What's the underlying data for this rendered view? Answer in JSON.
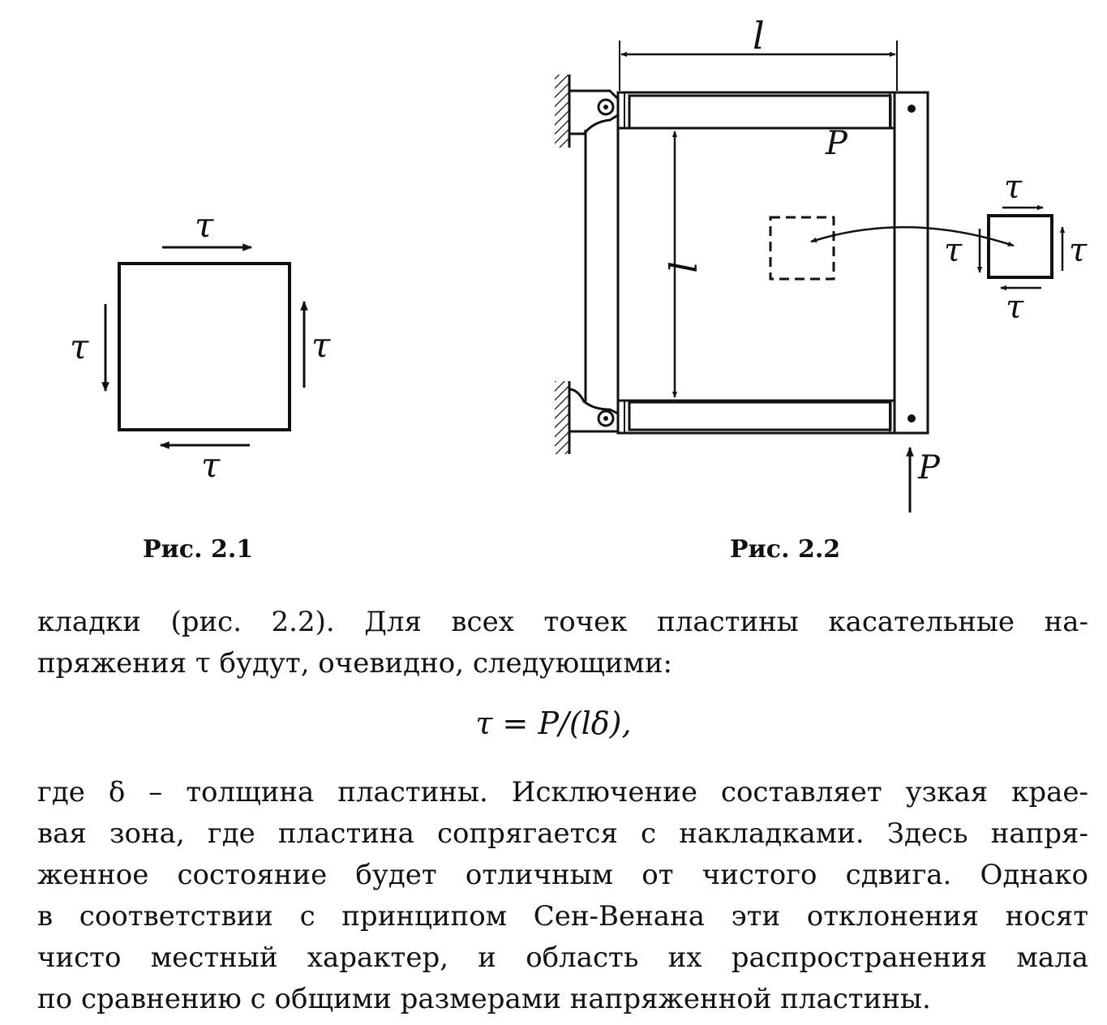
{
  "figure_1": {
    "caption": "Рис. 2.1",
    "labels": {
      "top": "τ",
      "bottom": "τ",
      "left": "τ",
      "right": "τ"
    }
  },
  "figure_2": {
    "caption": "Рис. 2.2",
    "labels": {
      "span_top": "l",
      "span_side": "l",
      "force_top": "P",
      "force_bottom": "P",
      "element_top": "τ",
      "element_bottom": "τ",
      "element_left": "τ",
      "element_right": "τ"
    }
  },
  "text": {
    "paragraph_1": [
      "кладки (рис. 2.2).  Для всех точек пластины касательные на-",
      "пряжения τ будут, очевидно, следующими:"
    ],
    "formula": "τ = P/(lδ),",
    "paragraph_2": [
      "где δ – толщина пластины.  Исключение составляет узкая крае-",
      "вая зона, где пластина сопрягается с накладками.  Здесь напря-",
      "женное состояние будет отличным от чистого сдвига.  Однако",
      "в соответствии с принципом Сен-Венана эти отклонения носят",
      "чисто местный характер, и область их распространения мала",
      "по сравнению с общими размерами напряженной пластины."
    ]
  }
}
